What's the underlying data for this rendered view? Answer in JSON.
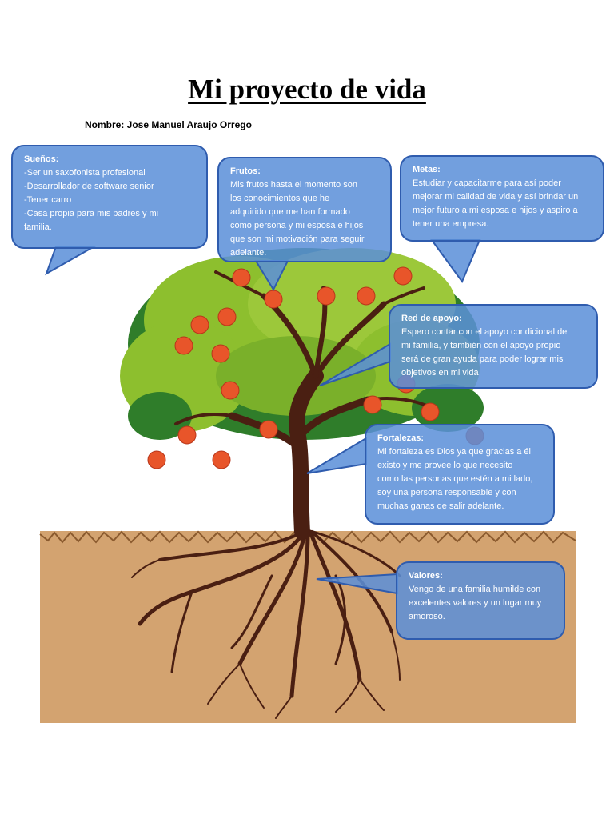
{
  "title": "Mi proyecto de vida",
  "name_line": "Nombre: Jose Manuel Araujo Orrego",
  "bubbles": {
    "suenos": {
      "heading": "Sueños:",
      "lines": [
        "-Ser un saxofonista profesional",
        "-Desarrollador de software senior",
        "-Tener carro",
        "-Casa propia para mis padres y mi",
        "familia."
      ]
    },
    "frutos": {
      "heading": "Frutos:",
      "lines": [
        "Mis frutos hasta el momento son",
        "los conocimientos que he",
        "adquirido que me han formado",
        "como persona y mi esposa e hijos",
        "que son mi motivación para seguir",
        "adelante."
      ]
    },
    "metas": {
      "heading": "Metas:",
      "lines": [
        "Estudiar y capacitarme para así poder",
        "mejorar mi calidad de vida y así brindar un",
        "mejor futuro a mi esposa e hijos y aspiro a",
        "tener una empresa."
      ]
    },
    "red": {
      "heading": "Red de apoyo:",
      "lines": [
        "Espero contar con el apoyo condicional de",
        "mi familia, y también con el apoyo propio",
        "será de gran ayuda para poder lograr mis",
        "objetivos en mi vida"
      ]
    },
    "fortalezas": {
      "heading": "Fortalezas:",
      "lines": [
        "Mi fortaleza es Dios ya que gracias a él",
        "existo y me provee lo que necesito",
        "como las personas que estén a mi lado,",
        "soy una persona responsable y con",
        "muchas ganas de salir adelante."
      ]
    },
    "valores": {
      "heading": "Valores:",
      "lines": [
        "Vengo de una familia humilde con",
        "excelentes valores y un lugar muy",
        "amoroso."
      ]
    }
  },
  "colors": {
    "bubble_fill": "#5b8fd8",
    "bubble_border": "#2f5cae",
    "soil": "#d3a370",
    "trunk": "#4a1f12",
    "leaf_light": "#8dbf2e",
    "leaf_dark": "#2f7d2a",
    "fruit": "#e8552a"
  }
}
